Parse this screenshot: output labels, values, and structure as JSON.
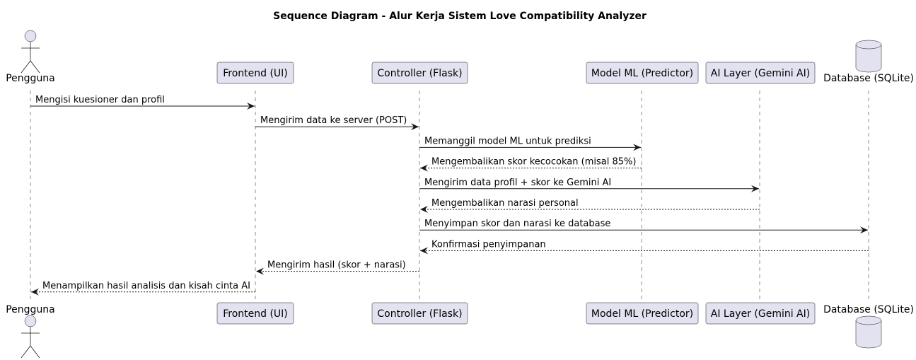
{
  "title": "Sequence Diagram - Alur Kerja Sistem Love Compatibility Analyzer",
  "participants": [
    {
      "id": "user",
      "label": "Pengguna",
      "kind": "actor"
    },
    {
      "id": "fe",
      "label": "Frontend (UI)",
      "kind": "box"
    },
    {
      "id": "ctl",
      "label": "Controller (Flask)",
      "kind": "box"
    },
    {
      "id": "ml",
      "label": "Model ML (Predictor)",
      "kind": "box"
    },
    {
      "id": "ai",
      "label": "AI Layer (Gemini AI)",
      "kind": "box"
    },
    {
      "id": "db",
      "label": "Database (SQLite)",
      "kind": "database"
    }
  ],
  "messages": [
    {
      "from": "user",
      "to": "fe",
      "label": "Mengisi kuesioner dan profil",
      "style": "solid"
    },
    {
      "from": "fe",
      "to": "ctl",
      "label": "Mengirim data ke server (POST)",
      "style": "solid"
    },
    {
      "from": "ctl",
      "to": "ml",
      "label": "Memanggil model ML untuk prediksi",
      "style": "solid"
    },
    {
      "from": "ml",
      "to": "ctl",
      "label": "Mengembalikan skor kecocokan (misal 85%)",
      "style": "dashed"
    },
    {
      "from": "ctl",
      "to": "ai",
      "label": "Mengirim data profil + skor ke Gemini AI",
      "style": "solid"
    },
    {
      "from": "ai",
      "to": "ctl",
      "label": "Mengembalikan narasi personal",
      "style": "dashed"
    },
    {
      "from": "ctl",
      "to": "db",
      "label": "Menyimpan skor dan narasi ke database",
      "style": "solid"
    },
    {
      "from": "db",
      "to": "ctl",
      "label": "Konfirmasi penyimpanan",
      "style": "dashed"
    },
    {
      "from": "ctl",
      "to": "fe",
      "label": "Mengirim hasil (skor + narasi)",
      "style": "dashed"
    },
    {
      "from": "fe",
      "to": "user",
      "label": "Menampilkan hasil analisis dan kisah cinta AI",
      "style": "dashed"
    }
  ],
  "colors": {
    "participant_fill": "#E2E2F0",
    "stroke": "#181818",
    "text": "#000000"
  }
}
